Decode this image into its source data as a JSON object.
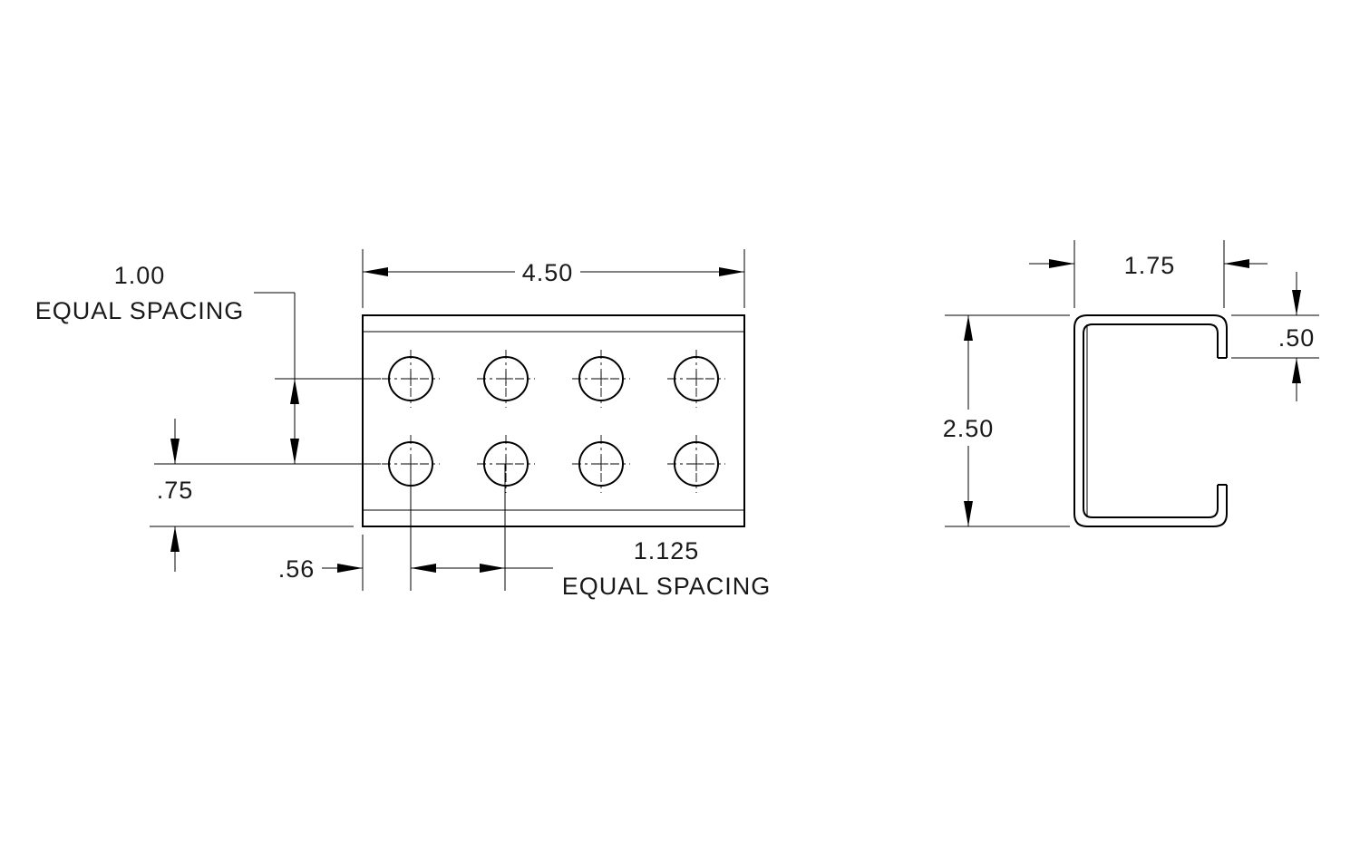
{
  "front_view": {
    "overall_width": "4.50",
    "row_spacing": "1.00",
    "row_spacing_note": "EQUAL SPACING",
    "bottom_row_offset": ".75",
    "first_col_offset": ".56",
    "col_spacing": "1.125",
    "col_spacing_note": "EQUAL SPACING",
    "hole_rows": 2,
    "hole_cols": 4
  },
  "side_view": {
    "web_width": "1.75",
    "height": "2.50",
    "lip_length": ".50"
  }
}
